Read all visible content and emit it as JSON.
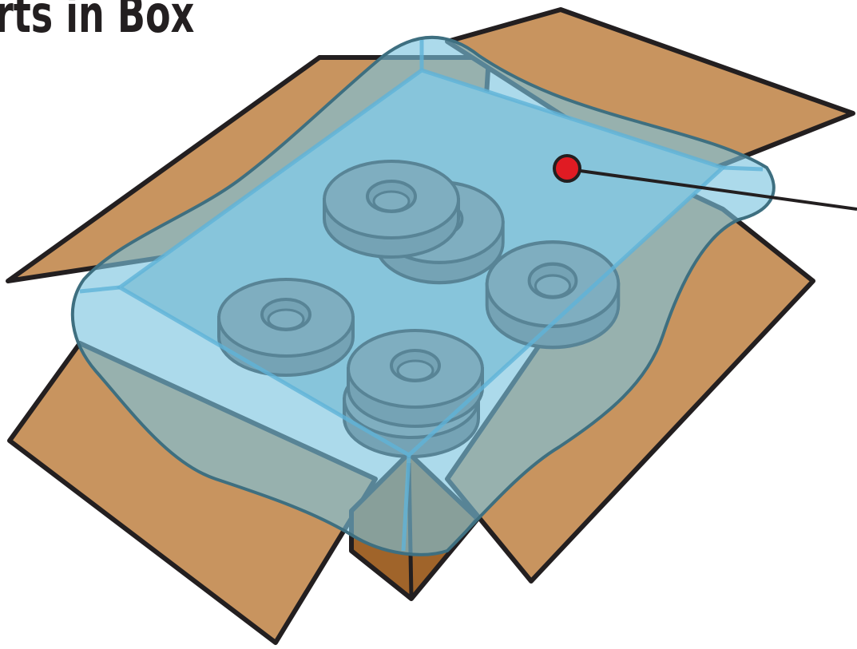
{
  "title": "rts in Box",
  "colors": {
    "cardboard": "#c8945f",
    "cardboard_dark": "#a0642a",
    "plastic_wrap": "#79c3df",
    "outline": "#231f20",
    "washer": "#8a8b8e",
    "washer_dark": "#6e6f72",
    "marker": "#e01b23"
  },
  "items": [
    {
      "name": "washer-stack-top-left"
    },
    {
      "name": "washer-right"
    },
    {
      "name": "washer-left"
    },
    {
      "name": "washer-stack-front"
    }
  ],
  "callout": {
    "label": ""
  }
}
